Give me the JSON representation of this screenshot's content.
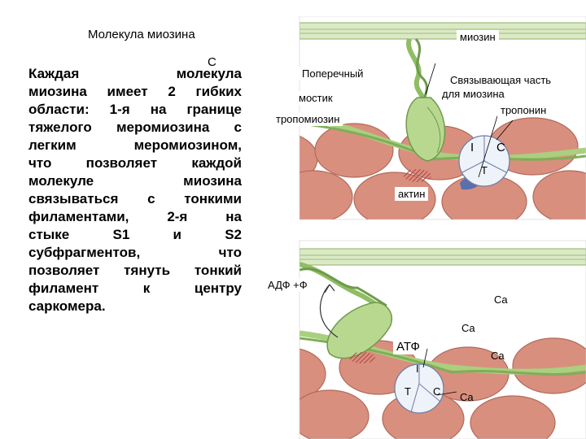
{
  "slide": {
    "title": "Молекула миозина",
    "stray_letter": "С",
    "paragraph_lines": [
      "Каждая молекула",
      "миозина имеет 2 гибких",
      "области: 1-я на границе",
      "тяжелого меромиозина с",
      "легким меромиозином,",
      "что позволяет каждой",
      "молекуле миозина",
      "связываться с тонкими",
      "филаментами, 2-я на",
      "стыке S1 и S2",
      "субфрагментов, что",
      "позволяет тянуть тонкий",
      "филамент к центру",
      "саркомера."
    ]
  },
  "diagram": {
    "top_panel": {
      "myosin": "миозин",
      "cross_bridge_1": "Поперечный",
      "cross_bridge_2": "мостик",
      "tropomyosin": "тропомиозин",
      "binding_1": "Связывающая часть",
      "binding_2": "для миозина",
      "troponin": "тропонин",
      "troponin_i": "I",
      "troponin_c": "C",
      "troponin_t": "T",
      "actin": "актин"
    },
    "bottom_panel": {
      "adp": "АДФ +Ф",
      "ca_1": "Ca",
      "ca_2": "Ca",
      "atp": "АТФ",
      "ca_3": "Ca",
      "troponin_i": "I",
      "troponin_t": "T",
      "troponin_c": "C",
      "ca_4": "Ca"
    },
    "colors": {
      "actin": "#d98f7e",
      "actin_stroke": "#b26a5b",
      "myosin": "#b8d890",
      "myosin_stroke": "#6f9a4c",
      "troponin": "#eef3fa",
      "binding_site": "#5b6fae"
    }
  }
}
